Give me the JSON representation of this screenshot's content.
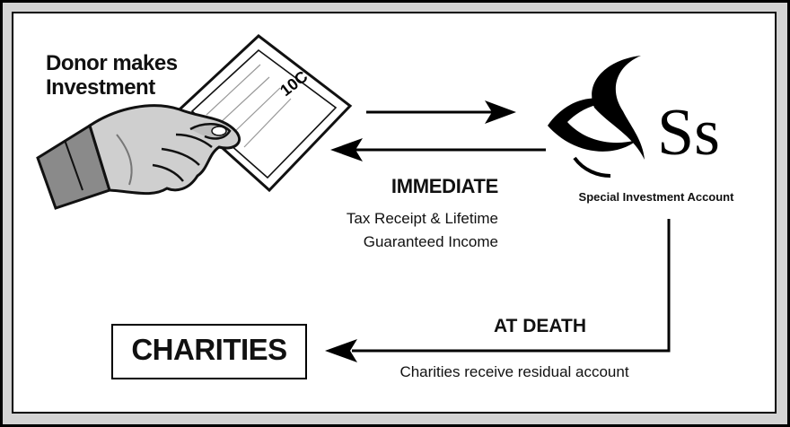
{
  "donor": {
    "title_line1": "Donor makes",
    "title_line2": "Investment",
    "bill_text": "10C"
  },
  "immediate": {
    "title": "IMMEDIATE",
    "line1": "Tax Receipt & Lifetime",
    "line2": "Guaranteed Income"
  },
  "account": {
    "logo_text": "Ss",
    "label": "Special Investment Account"
  },
  "at_death": {
    "title": "AT DEATH",
    "description": "Charities receive residual account"
  },
  "charities": {
    "label": "CHARITIES"
  },
  "colors": {
    "border": "#000000",
    "frame_background": "#d3d3d3",
    "panel_background": "#ffffff",
    "hand_shading": "#888888"
  }
}
